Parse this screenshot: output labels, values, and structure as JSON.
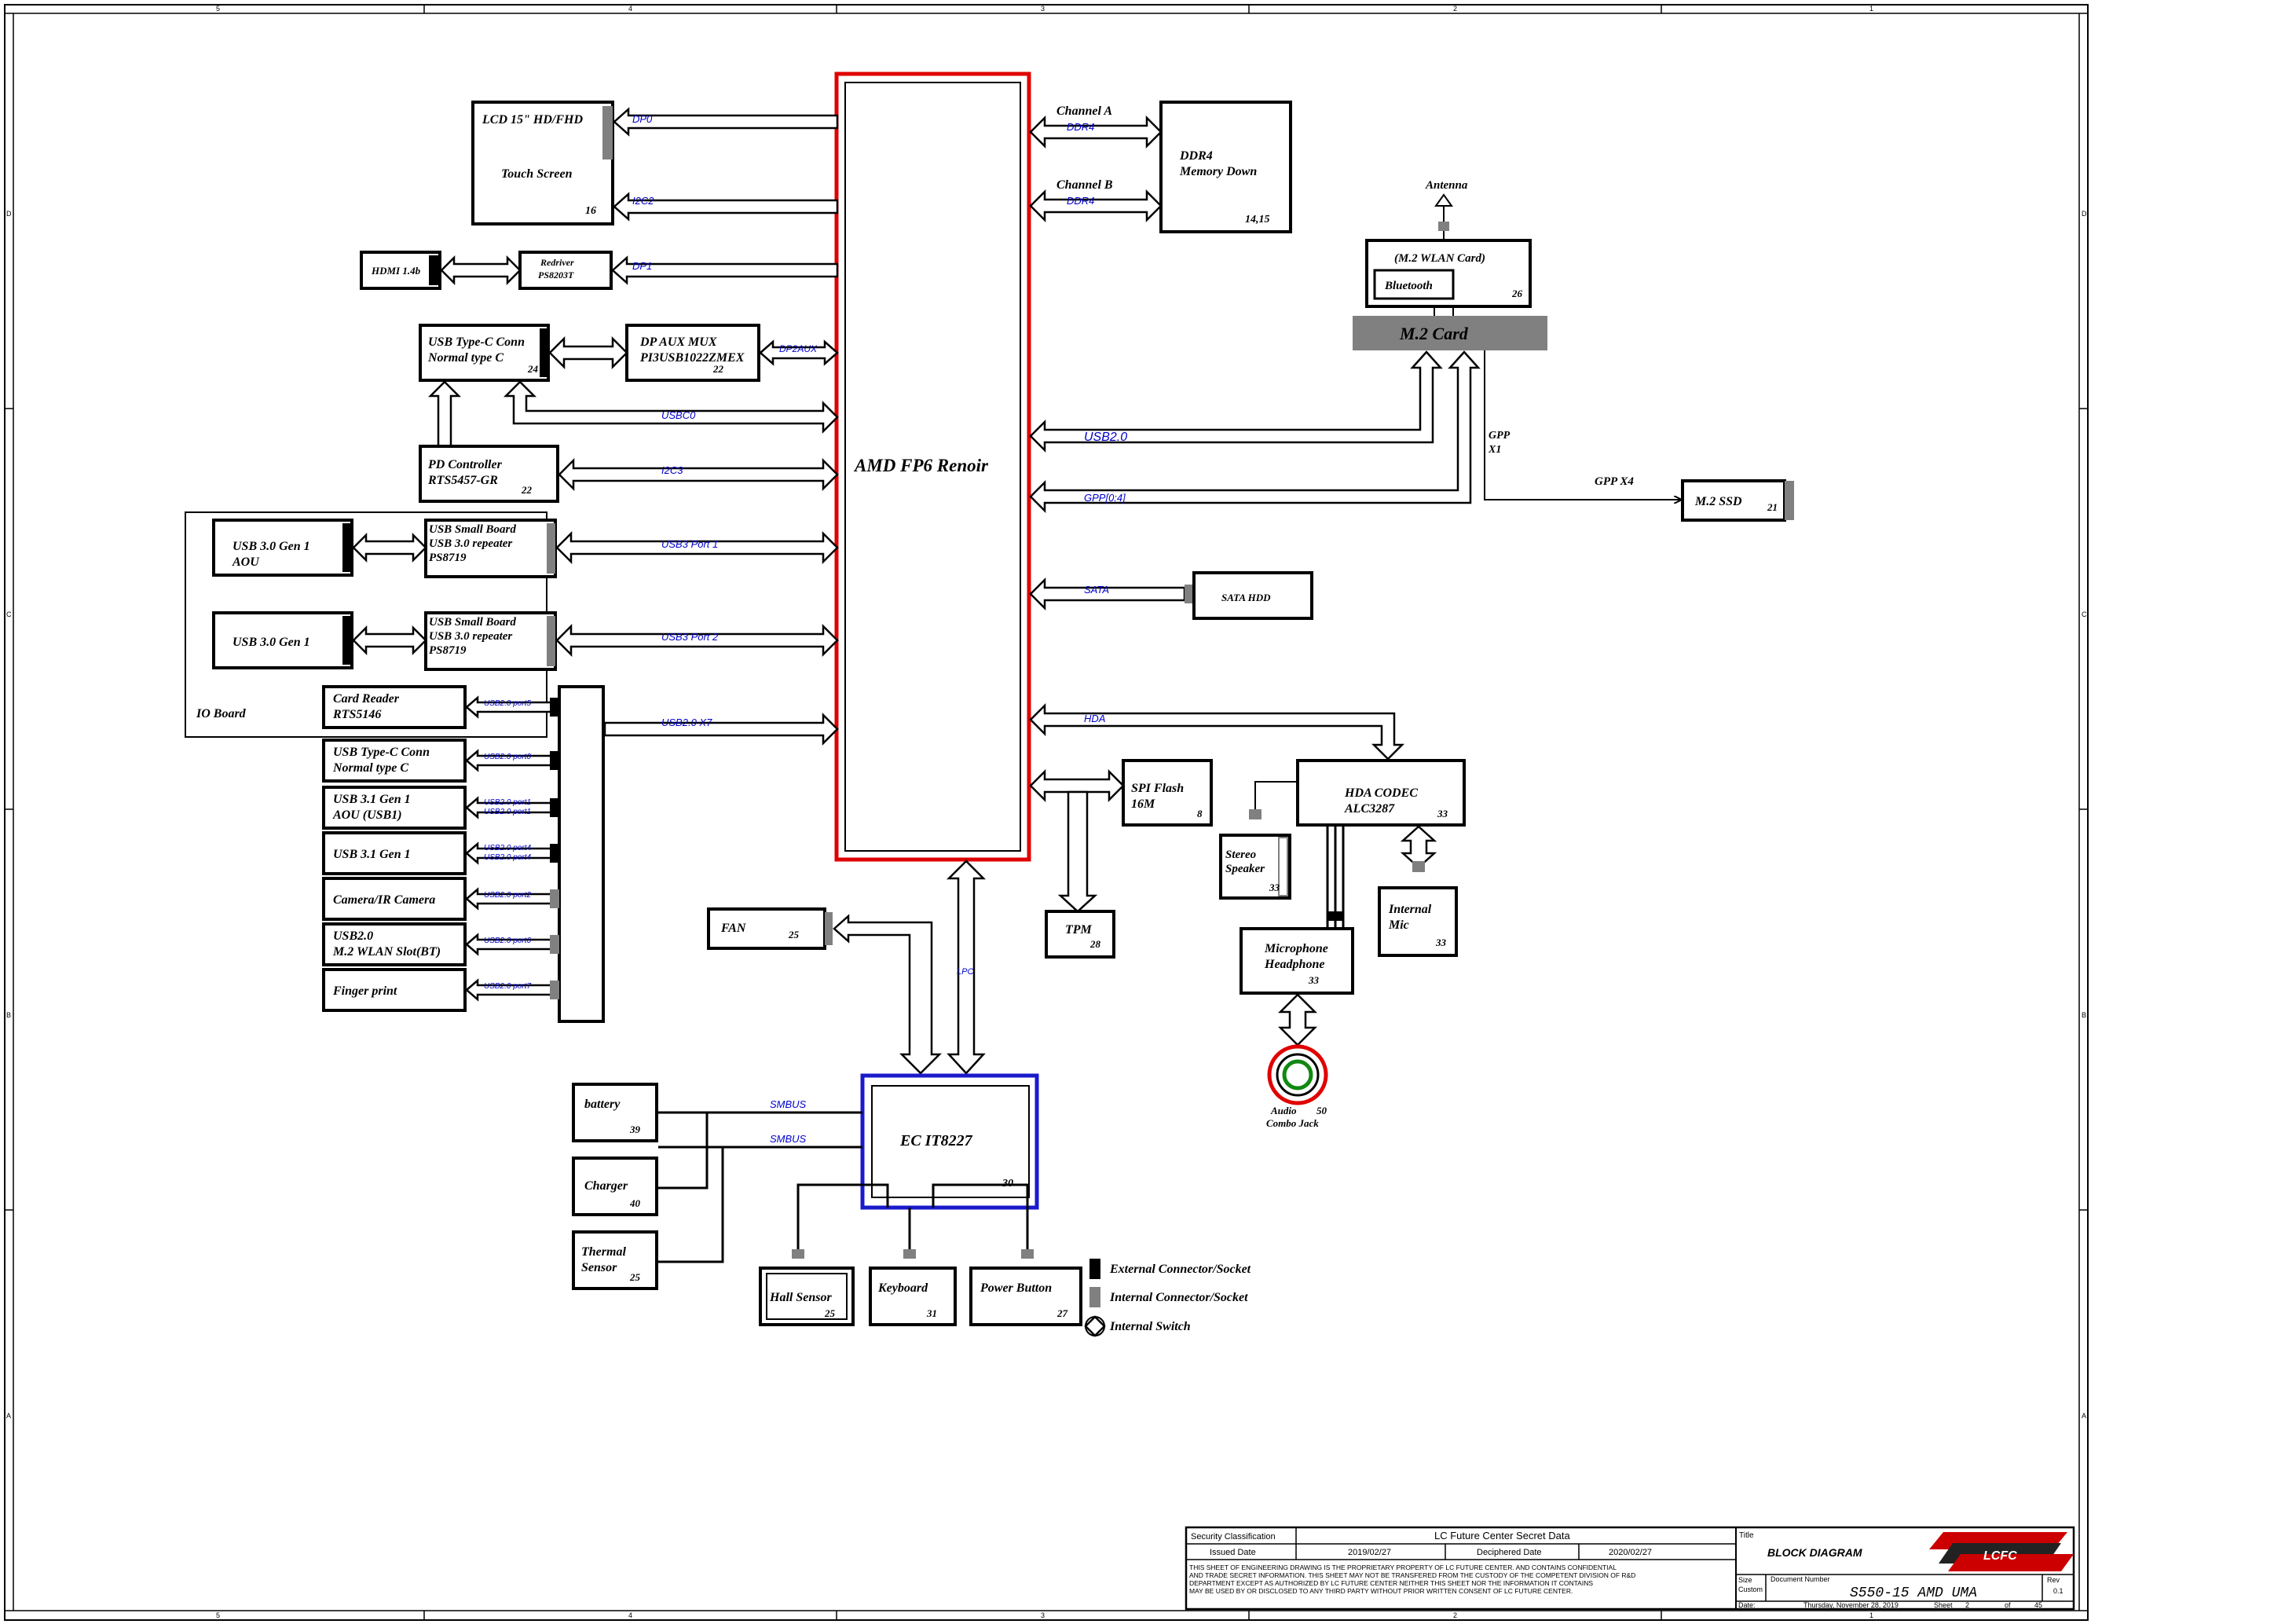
{
  "colors": {
    "soc_border": "#e00000",
    "ec_border": "#1a1acc",
    "signal_text": "#0000cc",
    "internal_connector": "#808080",
    "external_connector": "#000000",
    "m2card_fill": "#808080",
    "audio_jack_outer": "#e00000",
    "audio_jack_inner": "#118811"
  },
  "frame": {
    "top": [
      "5",
      "4",
      "3",
      "2",
      "1"
    ],
    "side": [
      "D",
      "C",
      "B",
      "A"
    ]
  },
  "soc": {
    "label": "AMD FP6 Renoir"
  },
  "ddr": {
    "channel_a": "Channel A",
    "channel_b": "Channel B",
    "bus": "DDR4",
    "title": "DDR4",
    "subtitle": "Memory Down",
    "page": "14,15"
  },
  "lcd": {
    "title": "LCD 15\" HD/FHD",
    "subtitle": "Touch Screen",
    "page": "16",
    "sig1": "DP0",
    "sig2": "I2C2"
  },
  "hdmi": {
    "label": "HDMI 1.4b"
  },
  "redriver": {
    "line1": "Redriver",
    "line2": "PS8203T",
    "sig": "DP1"
  },
  "typec1": {
    "line1": "USB Type-C  Conn",
    "line2": "Normal type C",
    "page": "24"
  },
  "dpmux": {
    "line1": "DP AUX MUX",
    "line2": "PI3USB1022ZMEX",
    "page": "22",
    "sig": "DP2AUX"
  },
  "usbc0": {
    "sig": "USBC0"
  },
  "pd": {
    "line1": "PD Controller",
    "line2": "RTS5457-GR",
    "page": "22",
    "sig": "I2C3"
  },
  "io_board": {
    "label": "IO Board"
  },
  "usb30a": {
    "line1": "USB 3.0 Gen 1",
    "line2": "AOU"
  },
  "usb30b": {
    "line1": "USB 3.0 Gen 1"
  },
  "repeater1": {
    "line1": "USB Small Board",
    "line2": "USB 3.0 repeater",
    "line3": "PS8719",
    "sig": "USB3 Port 1"
  },
  "repeater2": {
    "line1": "USB Small Board",
    "line2": "USB 3.0 repeater",
    "line3": "PS8719",
    "sig": "USB3 Port 2"
  },
  "usb2_bus": {
    "sig": "USB2.0 X7"
  },
  "usb2_devices": [
    {
      "line1": "Card Reader",
      "line2": "RTS5146",
      "ports": [
        "USB2.0 port5"
      ],
      "conn": "ext"
    },
    {
      "line1": "USB Type-C  Conn",
      "line2": "Normal type C",
      "ports": [
        "USB2.0 port0"
      ],
      "conn": "ext"
    },
    {
      "line1": "USB 3.1 Gen 1",
      "line2": "AOU (USB1)",
      "ports": [
        "USB2.0 port1",
        "USB2.0 port1"
      ],
      "conn": "ext"
    },
    {
      "line1": "USB 3.1 Gen 1",
      "line2": "",
      "ports": [
        "USB2.0 port4",
        "USB2.0 port4"
      ],
      "conn": "ext"
    },
    {
      "line1": "Camera/IR Camera",
      "line2": "",
      "ports": [
        "USB2.0 port2"
      ],
      "conn": "int"
    },
    {
      "line1": "USB2.0",
      "line2": "M.2 WLAN Slot(BT)",
      "ports": [
        "USB2.0 port6"
      ],
      "conn": "int"
    },
    {
      "line1": "Finger print",
      "line2": "",
      "ports": [
        "USB2.0 port7"
      ],
      "conn": "int"
    }
  ],
  "antenna": {
    "label": "Antenna"
  },
  "wlan": {
    "title": "(M.2 WLAN Card)",
    "bluetooth": "Bluetooth",
    "page": "26"
  },
  "m2card": {
    "label": "M.2 Card"
  },
  "usb20_right": {
    "sig": "USB2.0"
  },
  "gpp": {
    "sig": "GPP[0:4]",
    "x1_line1": "GPP",
    "x1_line2": "X1",
    "x4": "GPP X4"
  },
  "ssd": {
    "label": "M.2 SSD",
    "page": "21"
  },
  "sata": {
    "sig": "SATA",
    "label": "SATA HDD"
  },
  "hda": {
    "sig": "HDA"
  },
  "codec": {
    "line1": "HDA CODEC",
    "line2": "ALC3287",
    "page": "33"
  },
  "spi": {
    "line1": "SPI Flash",
    "line2": "16M",
    "page": "8"
  },
  "tpm": {
    "label": "TPM",
    "page": "28"
  },
  "speaker": {
    "line1": "Stereo",
    "line2": "Speaker",
    "page": "33"
  },
  "mic": {
    "line1": "Internal",
    "line2": "Mic",
    "page": "33"
  },
  "headphone": {
    "line1": "Microphone",
    "line2": "Headphone",
    "page": "33"
  },
  "jack": {
    "line1": "Audio",
    "line2": "Combo Jack",
    "page": "50"
  },
  "fan": {
    "label": "FAN",
    "page": "25"
  },
  "lpc": {
    "sig": "LPC"
  },
  "ec": {
    "label": "EC IT8227",
    "page": "30"
  },
  "smbus": {
    "sig1": "SMBUS",
    "sig2": "SMBUS"
  },
  "battery": {
    "label": "battery",
    "page": "39"
  },
  "charger": {
    "label": "Charger",
    "page": "40"
  },
  "thermal": {
    "line1": "Thermal",
    "line2": "Sensor",
    "page": "25"
  },
  "hall": {
    "label": "Hall Sensor",
    "page": "25"
  },
  "keyboard": {
    "label": "Keyboard",
    "page": "31"
  },
  "power": {
    "label": "Power Button",
    "page": "27"
  },
  "legend": {
    "external": "External Connector/Socket",
    "internal": "Internal Connector/Socket",
    "switch": "Internal Switch"
  },
  "title_block": {
    "security_label": "Security Classification",
    "security_value": "LC Future Center Secret Data",
    "issued_label": "Issued Date",
    "issued_value": "2019/02/27",
    "deciphered_label": "Deciphered Date",
    "deciphered_value": "2020/02/27",
    "notice1": "THIS SHEET OF ENGINEERING DRAWING IS THE PROPRIETARY PROPERTY OF  LC FUTURE CENTER. AND CONTAINS CONFIDENTIAL",
    "notice2": "AND TRADE SECRET INFORMATION. THIS SHEET MAY NOT BE TRANSFERED FROM THE CUSTODY OF THE COMPETENT DIVISION OF R&D",
    "notice3": "DEPARTMENT EXCEPT AS AUTHORIZED BY LC FUTURE CENTER NEITHER THIS SHEET NOR THE INFORMATION IT CONTAINS",
    "notice4": "MAY BE USED BY OR DISCLOSED TO ANY THIRD PARTY WITHOUT PRIOR WRITTEN CONSENT OF  LC FUTURE CENTER.",
    "title_label": "Title",
    "title_value": "BLOCK DIAGRAM",
    "size_label": "Size",
    "size_value": "Custom",
    "docnum_label": "Document Number",
    "docnum_value": "S550-15 AMD UMA",
    "rev_label": "Rev",
    "rev_value": "0.1",
    "date_label": "Date:",
    "date_value": "Thursday, November 28, 2019",
    "sheet_label": "Sheet",
    "sheet_value": "2",
    "of_label": "of",
    "of_value": "45",
    "logo_text": "LCFC"
  }
}
